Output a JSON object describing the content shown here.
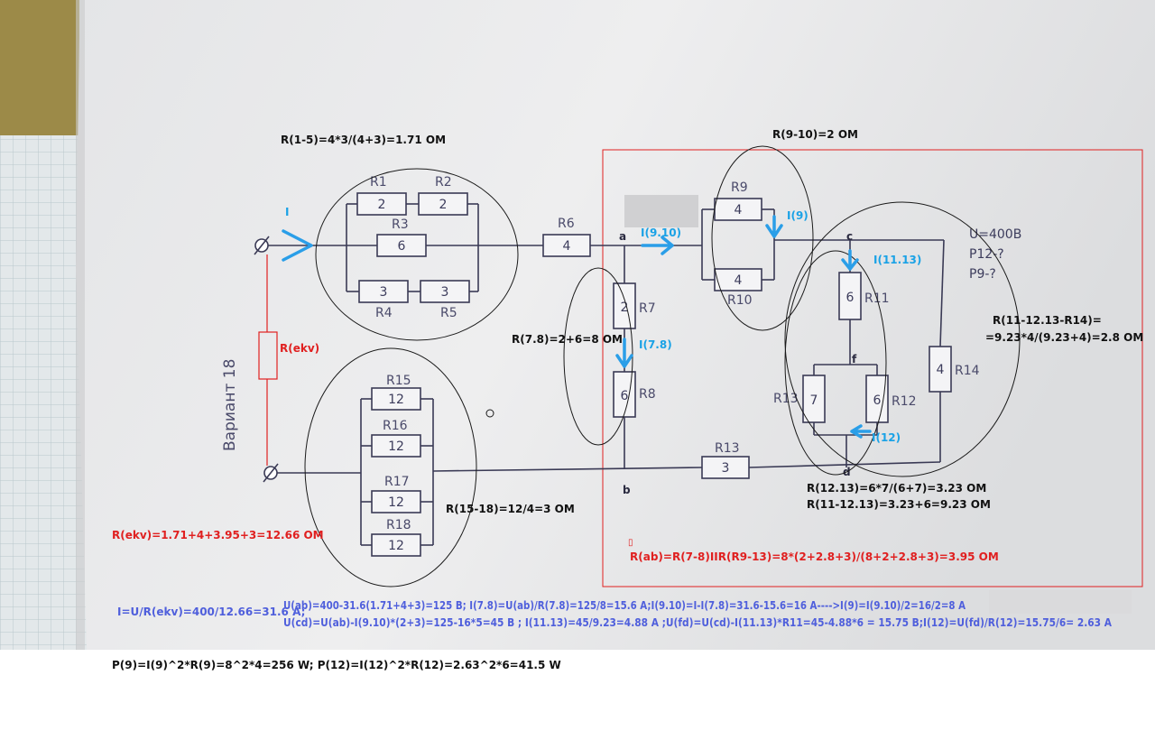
{
  "colors": {
    "annotation_red": "#e02020",
    "annotation_blue": "#4f5fdc",
    "current_arrow": "#2a9ee8",
    "ink": "#3a3a55"
  },
  "circuit": {
    "variant_label": "Вариант 18",
    "given": {
      "u": "U=400B",
      "p12": "P12-?",
      "p9": "P9-?"
    },
    "nodes": {
      "a": "a",
      "b": "b",
      "c": "c",
      "d": "d",
      "f": "f"
    },
    "resistors": {
      "r1": {
        "name": "R1",
        "value": "2"
      },
      "r2": {
        "name": "R2",
        "value": "2"
      },
      "r3": {
        "name": "R3",
        "value": "6"
      },
      "r4": {
        "name": "R4",
        "value": "3"
      },
      "r5": {
        "name": "R5",
        "value": "3"
      },
      "r6": {
        "name": "R6",
        "value": "4"
      },
      "r7": {
        "name": "R7",
        "value": "2"
      },
      "r8": {
        "name": "R8",
        "value": "6"
      },
      "r9": {
        "name": "R9",
        "value": "4"
      },
      "r10": {
        "name": "R10",
        "value": "4"
      },
      "r11": {
        "name": "R11",
        "value": "6"
      },
      "r12": {
        "name": "R12",
        "value": "6"
      },
      "r13a": {
        "name": "R13",
        "value": "7"
      },
      "r13b": {
        "name": "R13",
        "value": "3"
      },
      "r14": {
        "name": "R14",
        "value": "4"
      },
      "r15": {
        "name": "R15",
        "value": "12"
      },
      "r16": {
        "name": "R16",
        "value": "12"
      },
      "r17": {
        "name": "R17",
        "value": "12"
      },
      "r18": {
        "name": "R18",
        "value": "12"
      },
      "rekv": {
        "name": "R(ekv)"
      }
    },
    "currents": {
      "i": "I",
      "i910": "I(9.10)",
      "i9": "I(9)",
      "i1113": "I(11.13)",
      "i78": "I(7.8)",
      "i12": "I(12)"
    }
  },
  "annotations": {
    "r1_5": "R(1-5)=4*3/(4+3)=1.71 OM",
    "r9_10": "R(9-10)=2 OM",
    "r7_8": "R(7.8)=2+6=8 OM",
    "r11_14_line1": "R(11-12.13-R14)=",
    "r11_14_line2": "=9.23*4/(9.23+4)=2.8 OM",
    "r12_13": "R(12.13)=6*7/(6+7)=3.23 OM",
    "r11_12_13": "R(11-12.13)=3.23+6=9.23 OM",
    "r15_18": "R(15-18)=12/4=3 OM",
    "rekv": "R(ekv)=1.71+4+3.95+3=12.66 OM",
    "rab": "R(ab)=R(7-8)IIR(R9-13)=8*(2+2.8+3)/(8+2+2.8+3)=3.95 OM",
    "mark": "▯"
  },
  "calculations": {
    "line1_part1": "I=U/R(ekv)=400/12.66=31.6 A;",
    "line1_part2": "U(ab)=400-31.6(1.71+4+3)=125 B; I(7.8)=U(ab)/R(7.8)=125/8=15.6 A;I(9.10)=I-I(7.8)=31.6-15.6=16 A---->I(9)=I(9.10)/2=16/2=8 A",
    "line2": "U(cd)=U(ab)-I(9.10)*(2+3)=125-16*5=45 B     ; I(11.13)=45/9.23=4.88 A   ;U(fd)=U(cd)-I(11.13)*R11=45-4.88*6   = 15.75 B;I(12)=U(fd)/R(12)=15.75/6= 2.63 A",
    "power": "P(9)=I(9)^2*R(9)=8^2*4=256 W;   P(12)=I(12)^2*R(12)=2.63^2*6=41.5 W"
  }
}
